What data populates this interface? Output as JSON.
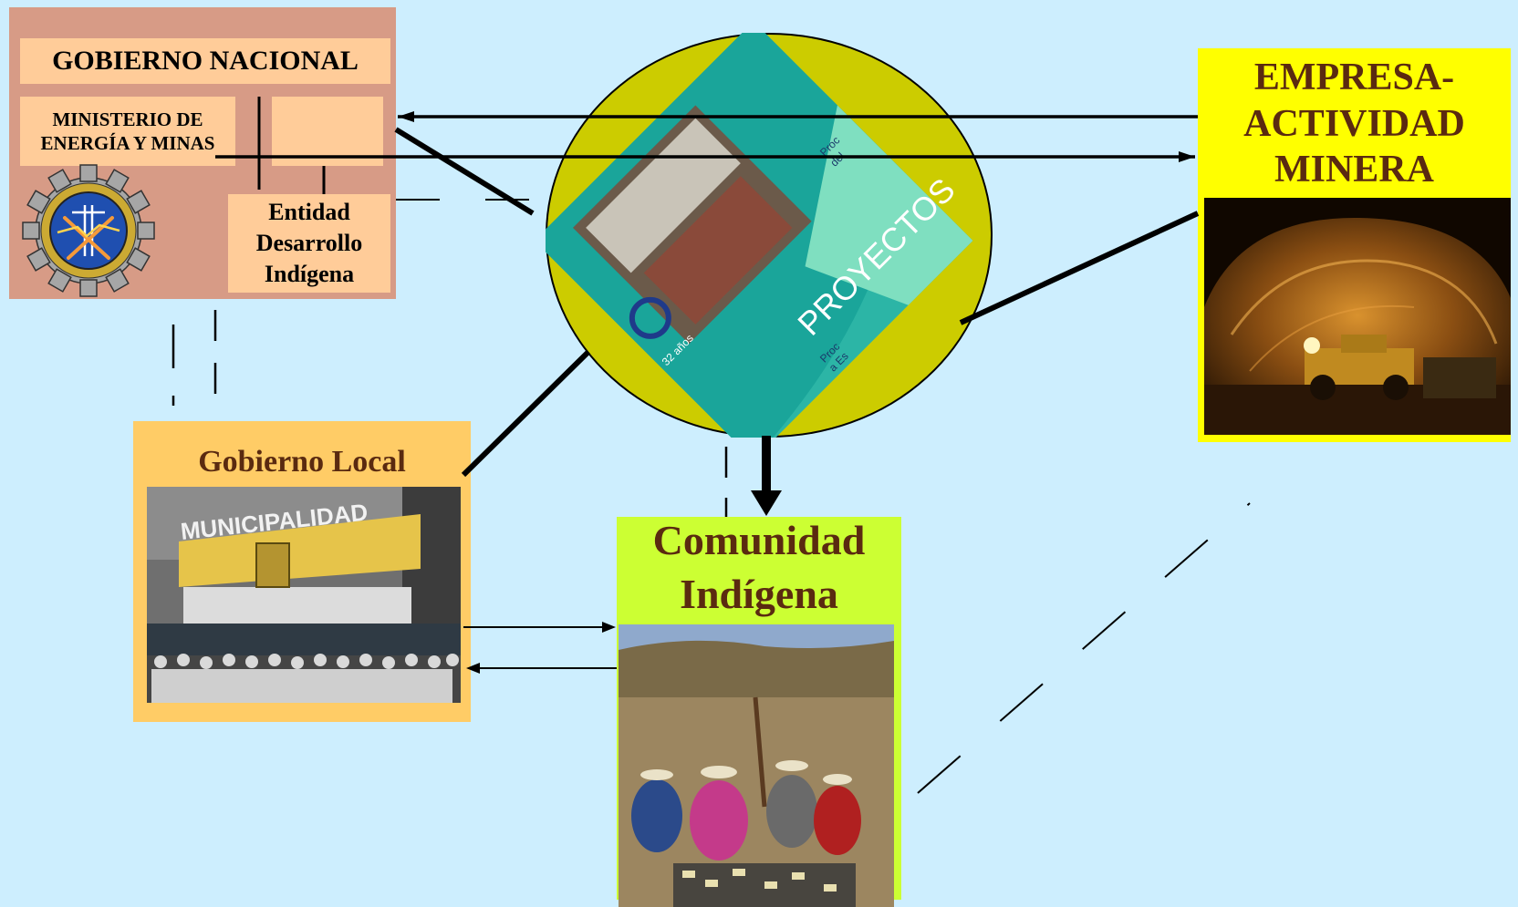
{
  "gobierno_nacional": {
    "title": "GOBIERNO NACIONAL",
    "ministerio_line1": "MINISTERIO DE",
    "ministerio_line2": "ENERGÍA Y MINAS",
    "entidad_line1": "Entidad",
    "entidad_line2": "Desarrollo",
    "entidad_line3": "Indígena"
  },
  "empresa": {
    "line1": "EMPRESA-",
    "line2": "ACTIVIDAD",
    "line3": "MINERA"
  },
  "gobierno_local": {
    "title": "Gobierno Local",
    "sign_text": "MUNICIPALIDAD"
  },
  "comunidad": {
    "line1": "Comunidad",
    "line2": "Indígena"
  },
  "central_image": {
    "main_text": "PROYECTOS",
    "years_text": "32 años",
    "small_text_1": "Proc",
    "small_text_2": "del",
    "small_text_3": "Proc",
    "small_text_4": "a Es"
  },
  "colors": {
    "background": "#cdeefe",
    "gobierno_nacional_panel": "#d79b86",
    "gobierno_nacional_boxes": "#ffcc99",
    "empresa_panel": "#ffff00",
    "gobierno_local_panel": "#ffcc66",
    "comunidad_panel": "#ccff33",
    "central_circle": "#cccc00",
    "title_brown": "#5a2a10"
  }
}
